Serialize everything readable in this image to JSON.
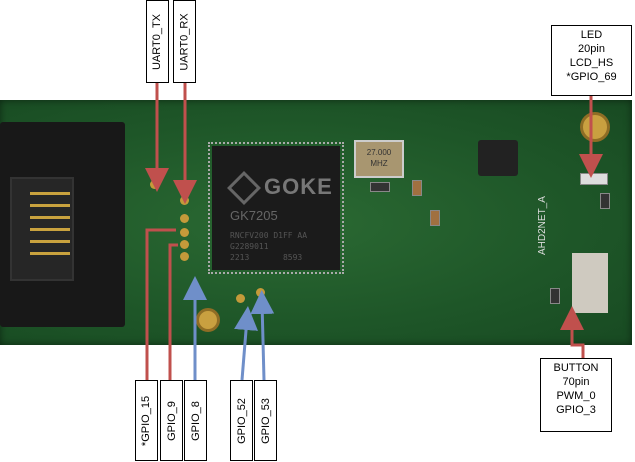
{
  "chip": {
    "brand": "GOKE",
    "model": "GK7205",
    "lines": "RNCFV200 D1FF AA\nG2289011\n2213       8593"
  },
  "crystal": "27.000\nMHZ",
  "board_silk": "AHD2NET_A",
  "labels": {
    "uart_tx": "UART0_TX",
    "uart_rx": "UART0_RX",
    "led": [
      "LED",
      "20pin",
      "LCD_HS",
      "*GPIO_69"
    ],
    "button": [
      "BUTTON",
      "70pin",
      "PWM_0",
      "GPIO_3"
    ],
    "gpio15": "*GPIO_15",
    "gpio9": "GPIO_9",
    "gpio8": "GPIO_8",
    "gpio52": "GPIO_52",
    "gpio53": "GPIO_53"
  },
  "colors": {
    "red": "#c0504d",
    "blue": "#6f8fc9",
    "board": "#1e5628"
  }
}
